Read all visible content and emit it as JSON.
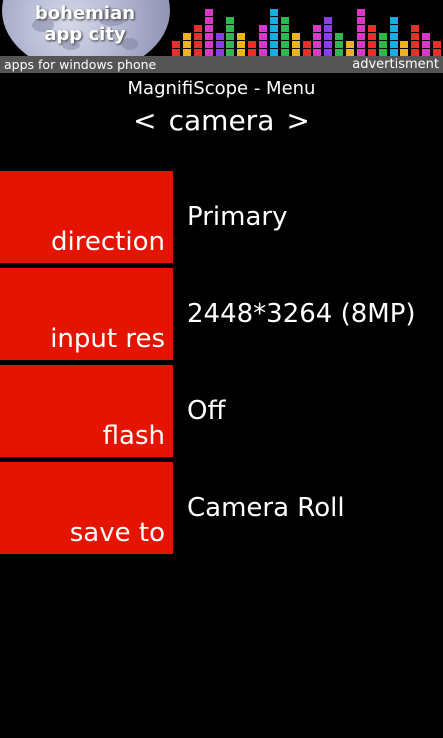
{
  "ad": {
    "brand_line1": "bohemian",
    "brand_line2": "app city",
    "tagline": "apps for windows phone",
    "label": "advertisment",
    "equalizer_columns": [
      {
        "levels": 2,
        "color": "#e8302a"
      },
      {
        "levels": 3,
        "color": "#f0b020"
      },
      {
        "levels": 4,
        "color": "#e8302a"
      },
      {
        "levels": 6,
        "color": "#d838c8"
      },
      {
        "levels": 3,
        "color": "#8a40e0"
      },
      {
        "levels": 5,
        "color": "#30b850"
      },
      {
        "levels": 3,
        "color": "#f0b020"
      },
      {
        "levels": 2,
        "color": "#e8302a"
      },
      {
        "levels": 4,
        "color": "#d838c8"
      },
      {
        "levels": 6,
        "color": "#20a8e0"
      },
      {
        "levels": 5,
        "color": "#30b850"
      },
      {
        "levels": 3,
        "color": "#f0b020"
      },
      {
        "levels": 2,
        "color": "#e8302a"
      },
      {
        "levels": 4,
        "color": "#d838c8"
      },
      {
        "levels": 5,
        "color": "#8a40e0"
      },
      {
        "levels": 3,
        "color": "#30b850"
      },
      {
        "levels": 2,
        "color": "#f0b020"
      },
      {
        "levels": 6,
        "color": "#d838c8"
      },
      {
        "levels": 4,
        "color": "#e8302a"
      },
      {
        "levels": 3,
        "color": "#30b850"
      },
      {
        "levels": 5,
        "color": "#20a8e0"
      },
      {
        "levels": 2,
        "color": "#f0b020"
      },
      {
        "levels": 4,
        "color": "#e8302a"
      },
      {
        "levels": 3,
        "color": "#d838c8"
      },
      {
        "levels": 2,
        "color": "#e8302a"
      }
    ]
  },
  "header": {
    "app_title": "MagnifiScope - Menu",
    "pivot_prev": "<",
    "pivot_label": "camera",
    "pivot_next": ">"
  },
  "settings": [
    {
      "label": "direction",
      "value": "Primary"
    },
    {
      "label": "input res",
      "value": "2448*3264 (8MP)"
    },
    {
      "label": "flash",
      "value": "Off"
    },
    {
      "label": "save to",
      "value": "Camera Roll"
    }
  ],
  "colors": {
    "accent": "#e51400",
    "background": "#000000",
    "ad_footer": "#555555"
  }
}
